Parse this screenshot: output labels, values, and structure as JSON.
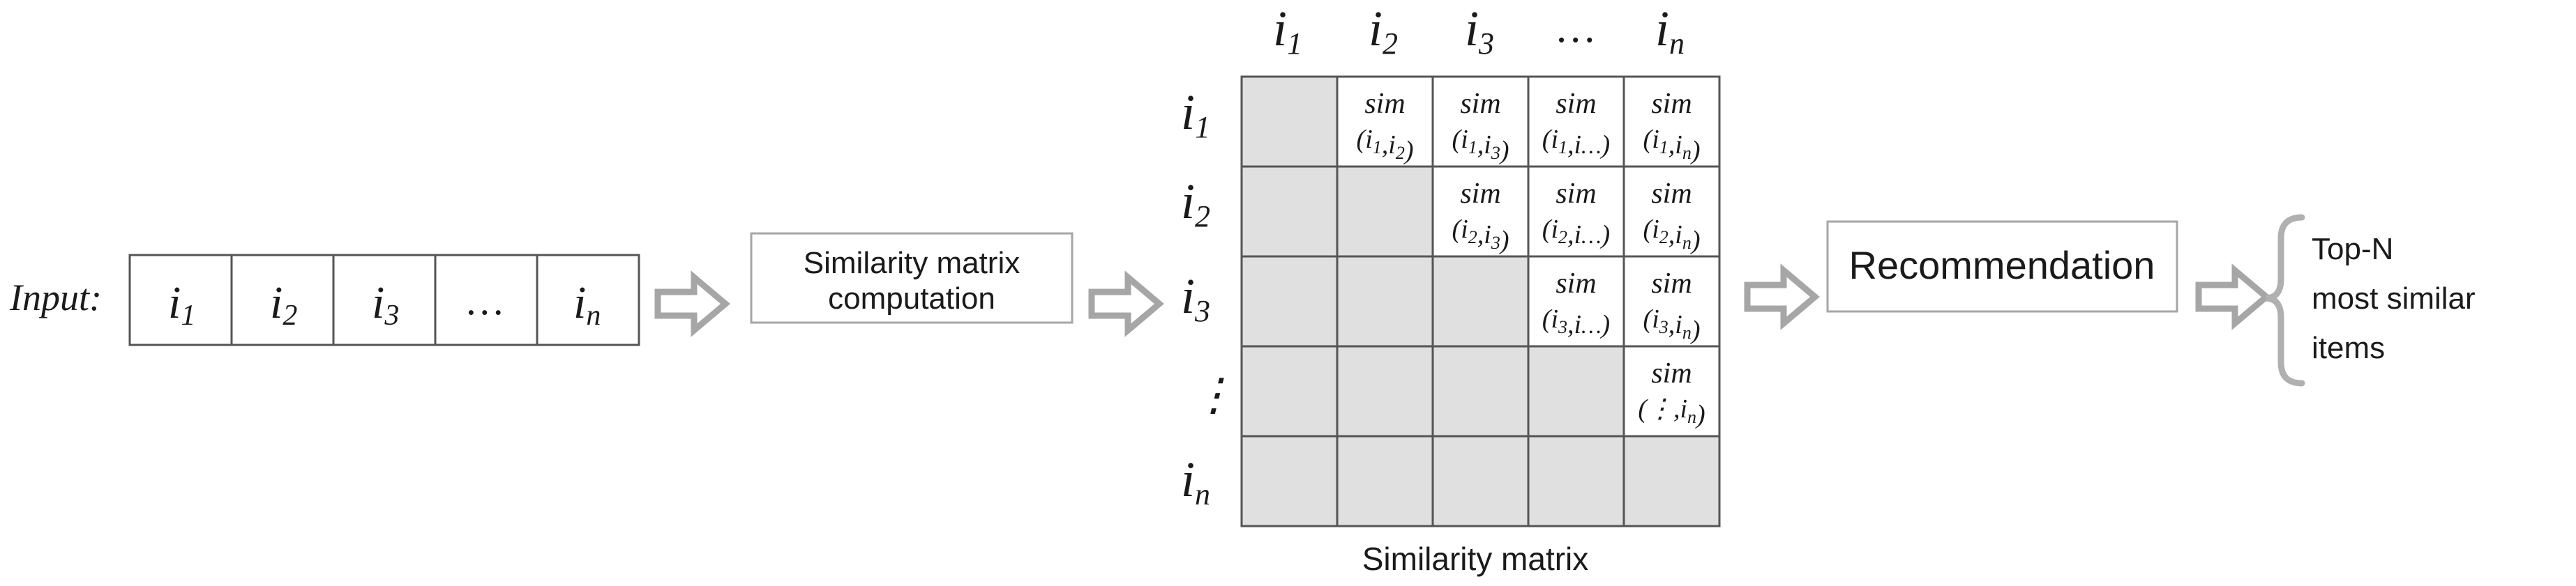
{
  "input": {
    "label": "Input:",
    "cells": [
      {
        "base": "i",
        "sub": "1"
      },
      {
        "base": "i",
        "sub": "2"
      },
      {
        "base": "i",
        "sub": "3"
      },
      {
        "base": "…",
        "sub": ""
      },
      {
        "base": "i",
        "sub": "n"
      }
    ]
  },
  "computation_box": {
    "line1": "Similarity matrix",
    "line2": "computation"
  },
  "matrix": {
    "caption": "Similarity matrix",
    "column_headers": [
      {
        "base": "i",
        "sub": "1"
      },
      {
        "base": "i",
        "sub": "2"
      },
      {
        "base": "i",
        "sub": "3"
      },
      {
        "base": "…",
        "sub": ""
      },
      {
        "base": "i",
        "sub": "n"
      }
    ],
    "row_headers": [
      {
        "base": "i",
        "sub": "1"
      },
      {
        "base": "i",
        "sub": "2"
      },
      {
        "base": "i",
        "sub": "3"
      },
      {
        "base": "⋮",
        "sub": ""
      },
      {
        "base": "i",
        "sub": "n"
      }
    ],
    "sim_word": "sim",
    "cells": [
      [
        null,
        {
          "a": "1",
          "b": "2"
        },
        {
          "a": "1",
          "b": "3"
        },
        {
          "a": "1",
          "b": "…"
        },
        {
          "a": "1",
          "b": "n"
        }
      ],
      [
        null,
        null,
        {
          "a": "2",
          "b": "3"
        },
        {
          "a": "2",
          "b": "…"
        },
        {
          "a": "2",
          "b": "n"
        }
      ],
      [
        null,
        null,
        null,
        {
          "a": "3",
          "b": "…"
        },
        {
          "a": "3",
          "b": "n"
        }
      ],
      [
        null,
        null,
        null,
        null,
        {
          "a": "⋮",
          "b": "n"
        }
      ],
      [
        null,
        null,
        null,
        null,
        null
      ]
    ],
    "colors": {
      "filled": "#e0e0e0",
      "empty": "#ffffff",
      "grid": "#555555"
    }
  },
  "recommendation_box": {
    "label": "Recommendation"
  },
  "output": {
    "lines": [
      "Top-N",
      "most similar",
      "items"
    ]
  },
  "colors": {
    "arrow": "#a6a6a6",
    "box_border": "#a6a6a6",
    "text": "#1a1a1a"
  }
}
